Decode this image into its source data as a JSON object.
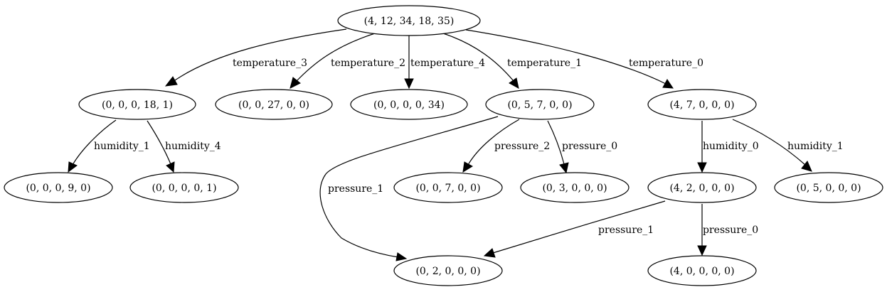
{
  "nodes": [
    {
      "id": "n_root",
      "label": "(4, 12, 34, 18, 35)"
    },
    {
      "id": "n_t3",
      "label": "(0, 0, 0, 18, 1)"
    },
    {
      "id": "n_t2",
      "label": "(0, 0, 27, 0, 0)"
    },
    {
      "id": "n_t4",
      "label": "(0, 0, 0, 0, 34)"
    },
    {
      "id": "n_t1",
      "label": "(0, 5, 7, 0, 0)"
    },
    {
      "id": "n_t0",
      "label": "(4, 7, 0, 0, 0)"
    },
    {
      "id": "n_h1a",
      "label": "(0, 0, 0, 9, 0)"
    },
    {
      "id": "n_h4",
      "label": "(0, 0, 0, 0, 1)"
    },
    {
      "id": "n_p2",
      "label": "(0, 0, 7, 0, 0)"
    },
    {
      "id": "n_p0a",
      "label": "(0, 3, 0, 0, 0)"
    },
    {
      "id": "n_h0",
      "label": "(4, 2, 0, 0, 0)"
    },
    {
      "id": "n_h1b",
      "label": "(0, 5, 0, 0, 0)"
    },
    {
      "id": "n_p1",
      "label": "(0, 2, 0, 0, 0)"
    },
    {
      "id": "n_p0b",
      "label": "(4, 0, 0, 0, 0)"
    }
  ],
  "edges": [
    {
      "from": "n_root",
      "to": "n_t3",
      "label": "temperature_3"
    },
    {
      "from": "n_root",
      "to": "n_t2",
      "label": "temperature_2"
    },
    {
      "from": "n_root",
      "to": "n_t4",
      "label": "temperature_4"
    },
    {
      "from": "n_root",
      "to": "n_t1",
      "label": "temperature_1"
    },
    {
      "from": "n_root",
      "to": "n_t0",
      "label": "temperature_0"
    },
    {
      "from": "n_t3",
      "to": "n_h1a",
      "label": "humidity_1"
    },
    {
      "from": "n_t3",
      "to": "n_h4",
      "label": "humidity_4"
    },
    {
      "from": "n_t1",
      "to": "n_p1",
      "label": "pressure_1"
    },
    {
      "from": "n_t1",
      "to": "n_p2",
      "label": "pressure_2"
    },
    {
      "from": "n_t1",
      "to": "n_p0a",
      "label": "pressure_0"
    },
    {
      "from": "n_t0",
      "to": "n_h0",
      "label": "humidity_0"
    },
    {
      "from": "n_t0",
      "to": "n_h1b",
      "label": "humidity_1"
    },
    {
      "from": "n_h0",
      "to": "n_p1",
      "label": "pressure_1"
    },
    {
      "from": "n_h0",
      "to": "n_p0b",
      "label": "pressure_0"
    }
  ]
}
